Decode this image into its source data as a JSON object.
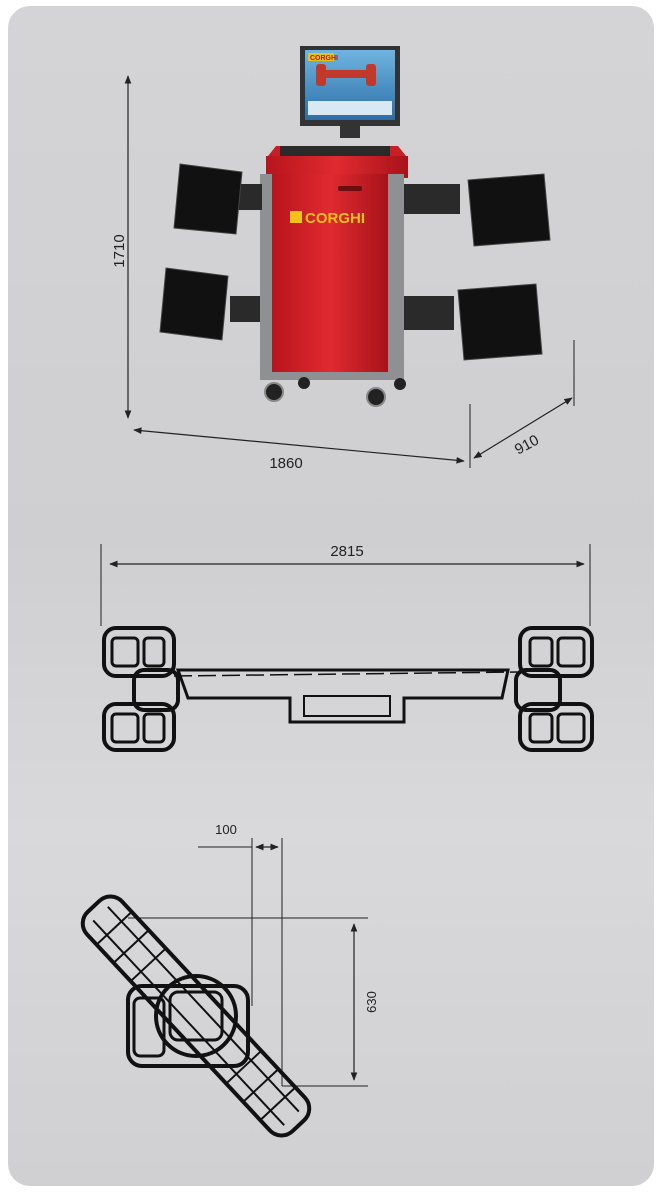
{
  "brand": {
    "logo_text": "CORGHI",
    "screen_logo_text": "CORGHI",
    "cabinet_color": "#d8222a",
    "frame_color": "#9a9ca0"
  },
  "dimensions": {
    "height": "1710",
    "width": "1860",
    "depth": "910",
    "track_width": "2815",
    "offset": "100",
    "clamp_length": "630"
  },
  "colors": {
    "background": "#d2d2d4",
    "line": "#222222",
    "sensor_plate": "#111111"
  }
}
